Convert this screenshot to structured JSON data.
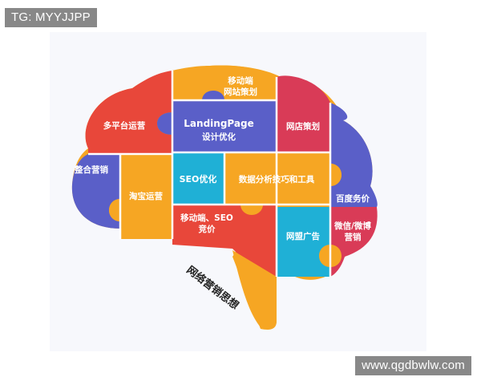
{
  "watermarks": {
    "top_left": "TG: MYYJJPP",
    "bottom_right": "www.qgdbwlw.com"
  },
  "brain": {
    "pieces": {
      "mobile_site": [
        "移动端",
        "网站策划"
      ],
      "multi_platform": "多平台运营",
      "landing_page": [
        "LandingPage",
        "设计优化"
      ],
      "shop_planning": "网店策划",
      "integrated_marketing": "整合营销",
      "taobao": "淘宝运营",
      "seo": "SEO优化",
      "data_analysis": "数据分析技巧和工具",
      "baidu": "百度务价",
      "mobile_seo": [
        "移动端、SEO",
        "竞价"
      ],
      "union_ads": "网盟广告",
      "wechat_weibo": [
        "微信/微博",
        "营销"
      ]
    },
    "stem_label": "网络营销思想"
  },
  "colors": {
    "red": "#e8473a",
    "orange": "#f6a623",
    "blue_purple": "#5a5fc8",
    "crimson": "#d93b57",
    "teal": "#1fb0d6",
    "stem": "#f6a623"
  }
}
